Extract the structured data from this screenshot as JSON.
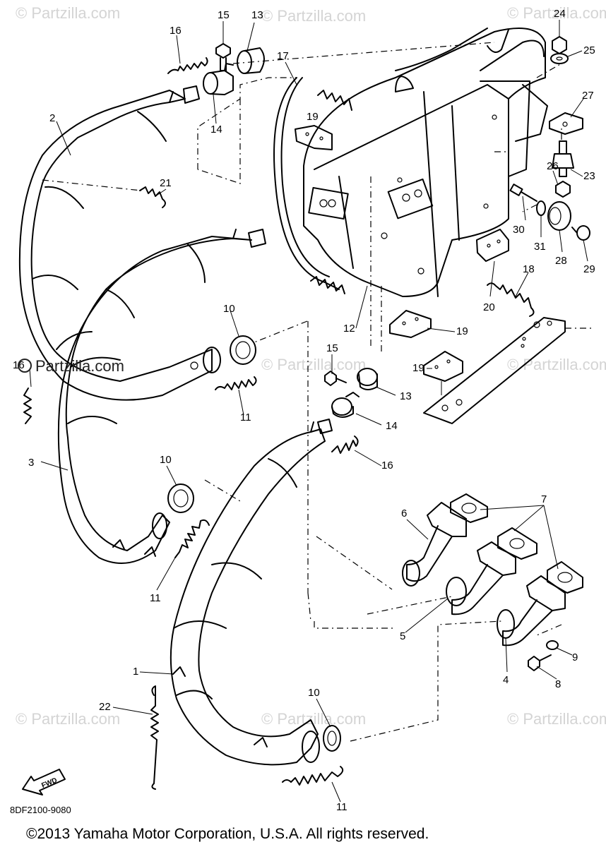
{
  "diagram": {
    "callouts": [
      {
        "id": "c24",
        "label": "24"
      },
      {
        "id": "c25",
        "label": "25"
      },
      {
        "id": "c27",
        "label": "27"
      },
      {
        "id": "c23",
        "label": "23"
      },
      {
        "id": "c26",
        "label": "26"
      },
      {
        "id": "c30",
        "label": "30"
      },
      {
        "id": "c31",
        "label": "31"
      },
      {
        "id": "c28",
        "label": "28"
      },
      {
        "id": "c29",
        "label": "29"
      },
      {
        "id": "c18",
        "label": "18"
      },
      {
        "id": "c20",
        "label": "20"
      },
      {
        "id": "c19a",
        "label": "19"
      },
      {
        "id": "c19b",
        "label": "19"
      },
      {
        "id": "c19c",
        "label": "19"
      },
      {
        "id": "c12",
        "label": "12"
      },
      {
        "id": "c15a",
        "label": "15"
      },
      {
        "id": "c13a",
        "label": "13"
      },
      {
        "id": "c16a",
        "label": "16"
      },
      {
        "id": "c17",
        "label": "17"
      },
      {
        "id": "c14a",
        "label": "14"
      },
      {
        "id": "c2",
        "label": "2"
      },
      {
        "id": "c21",
        "label": "21"
      },
      {
        "id": "c10a",
        "label": "10"
      },
      {
        "id": "c11a",
        "label": "11"
      },
      {
        "id": "c15b",
        "label": "15"
      },
      {
        "id": "c13b",
        "label": "13"
      },
      {
        "id": "c14b",
        "label": "14"
      },
      {
        "id": "c16b",
        "label": "16"
      },
      {
        "id": "c16c",
        "label": "16"
      },
      {
        "id": "c3",
        "label": "3"
      },
      {
        "id": "c10b",
        "label": "10"
      },
      {
        "id": "c11b",
        "label": "11"
      },
      {
        "id": "c6",
        "label": "6"
      },
      {
        "id": "c7",
        "label": "7"
      },
      {
        "id": "c5",
        "label": "5"
      },
      {
        "id": "c4",
        "label": "4"
      },
      {
        "id": "c9",
        "label": "9"
      },
      {
        "id": "c8",
        "label": "8"
      },
      {
        "id": "c1",
        "label": "1"
      },
      {
        "id": "c22",
        "label": "22"
      },
      {
        "id": "c10c",
        "label": "10"
      },
      {
        "id": "c11c",
        "label": "11"
      }
    ],
    "watermark_text": "© Partzilla.com",
    "brand_watermark": "Partzilla.com",
    "fwd_label": "FWD",
    "diagram_code": "8DF2100-9080",
    "copyright": "©2013  Yamaha Motor Corporation, U.S.A. All rights reserved."
  }
}
